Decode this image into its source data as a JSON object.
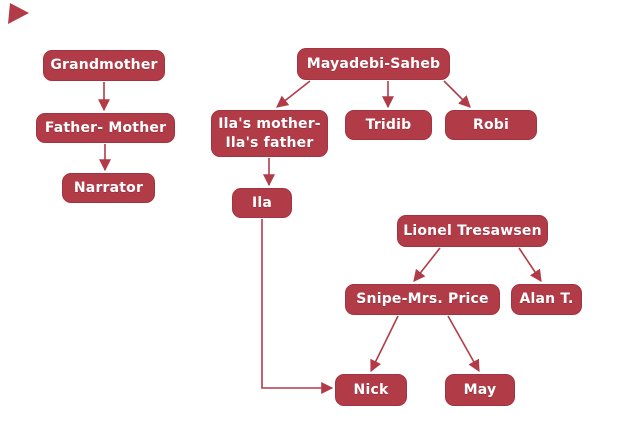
{
  "diagram": {
    "background_color": "#ffffff",
    "node_fill_color": "#b23b48",
    "node_text_color": "#ffffff",
    "arrow_color": "#b23b48",
    "corner_triangle_color": "#b23b48",
    "nodes": {
      "grandmother": {
        "label": "Grandmother"
      },
      "father_mother": {
        "label": "Father- Mother"
      },
      "narrator": {
        "label": "Narrator"
      },
      "mayadebi_saheb": {
        "label": "Mayadebi-Saheb"
      },
      "ilas_parents": {
        "label": "Ila's mother-\nIla's father"
      },
      "tridib": {
        "label": "Tridib"
      },
      "robi": {
        "label": "Robi"
      },
      "ila": {
        "label": "Ila"
      },
      "lionel_tresawsen": {
        "label": "Lionel Tresawsen"
      },
      "snipe_mrs_price": {
        "label": "Snipe-Mrs. Price"
      },
      "alan_t": {
        "label": "Alan T."
      },
      "nick": {
        "label": "Nick"
      },
      "may": {
        "label": "May"
      }
    },
    "edges": [
      {
        "from": "Grandmother",
        "to": "Father- Mother"
      },
      {
        "from": "Father- Mother",
        "to": "Narrator"
      },
      {
        "from": "Mayadebi-Saheb",
        "to": "Ila's mother-Ila's father"
      },
      {
        "from": "Mayadebi-Saheb",
        "to": "Tridib"
      },
      {
        "from": "Mayadebi-Saheb",
        "to": "Robi"
      },
      {
        "from": "Ila's mother-Ila's father",
        "to": "Ila"
      },
      {
        "from": "Ila",
        "to": "Nick"
      },
      {
        "from": "Lionel Tresawsen",
        "to": "Snipe-Mrs. Price"
      },
      {
        "from": "Lionel Tresawsen",
        "to": "Alan T."
      },
      {
        "from": "Snipe-Mrs. Price",
        "to": "Nick"
      },
      {
        "from": "Snipe-Mrs. Price",
        "to": "May"
      }
    ]
  }
}
